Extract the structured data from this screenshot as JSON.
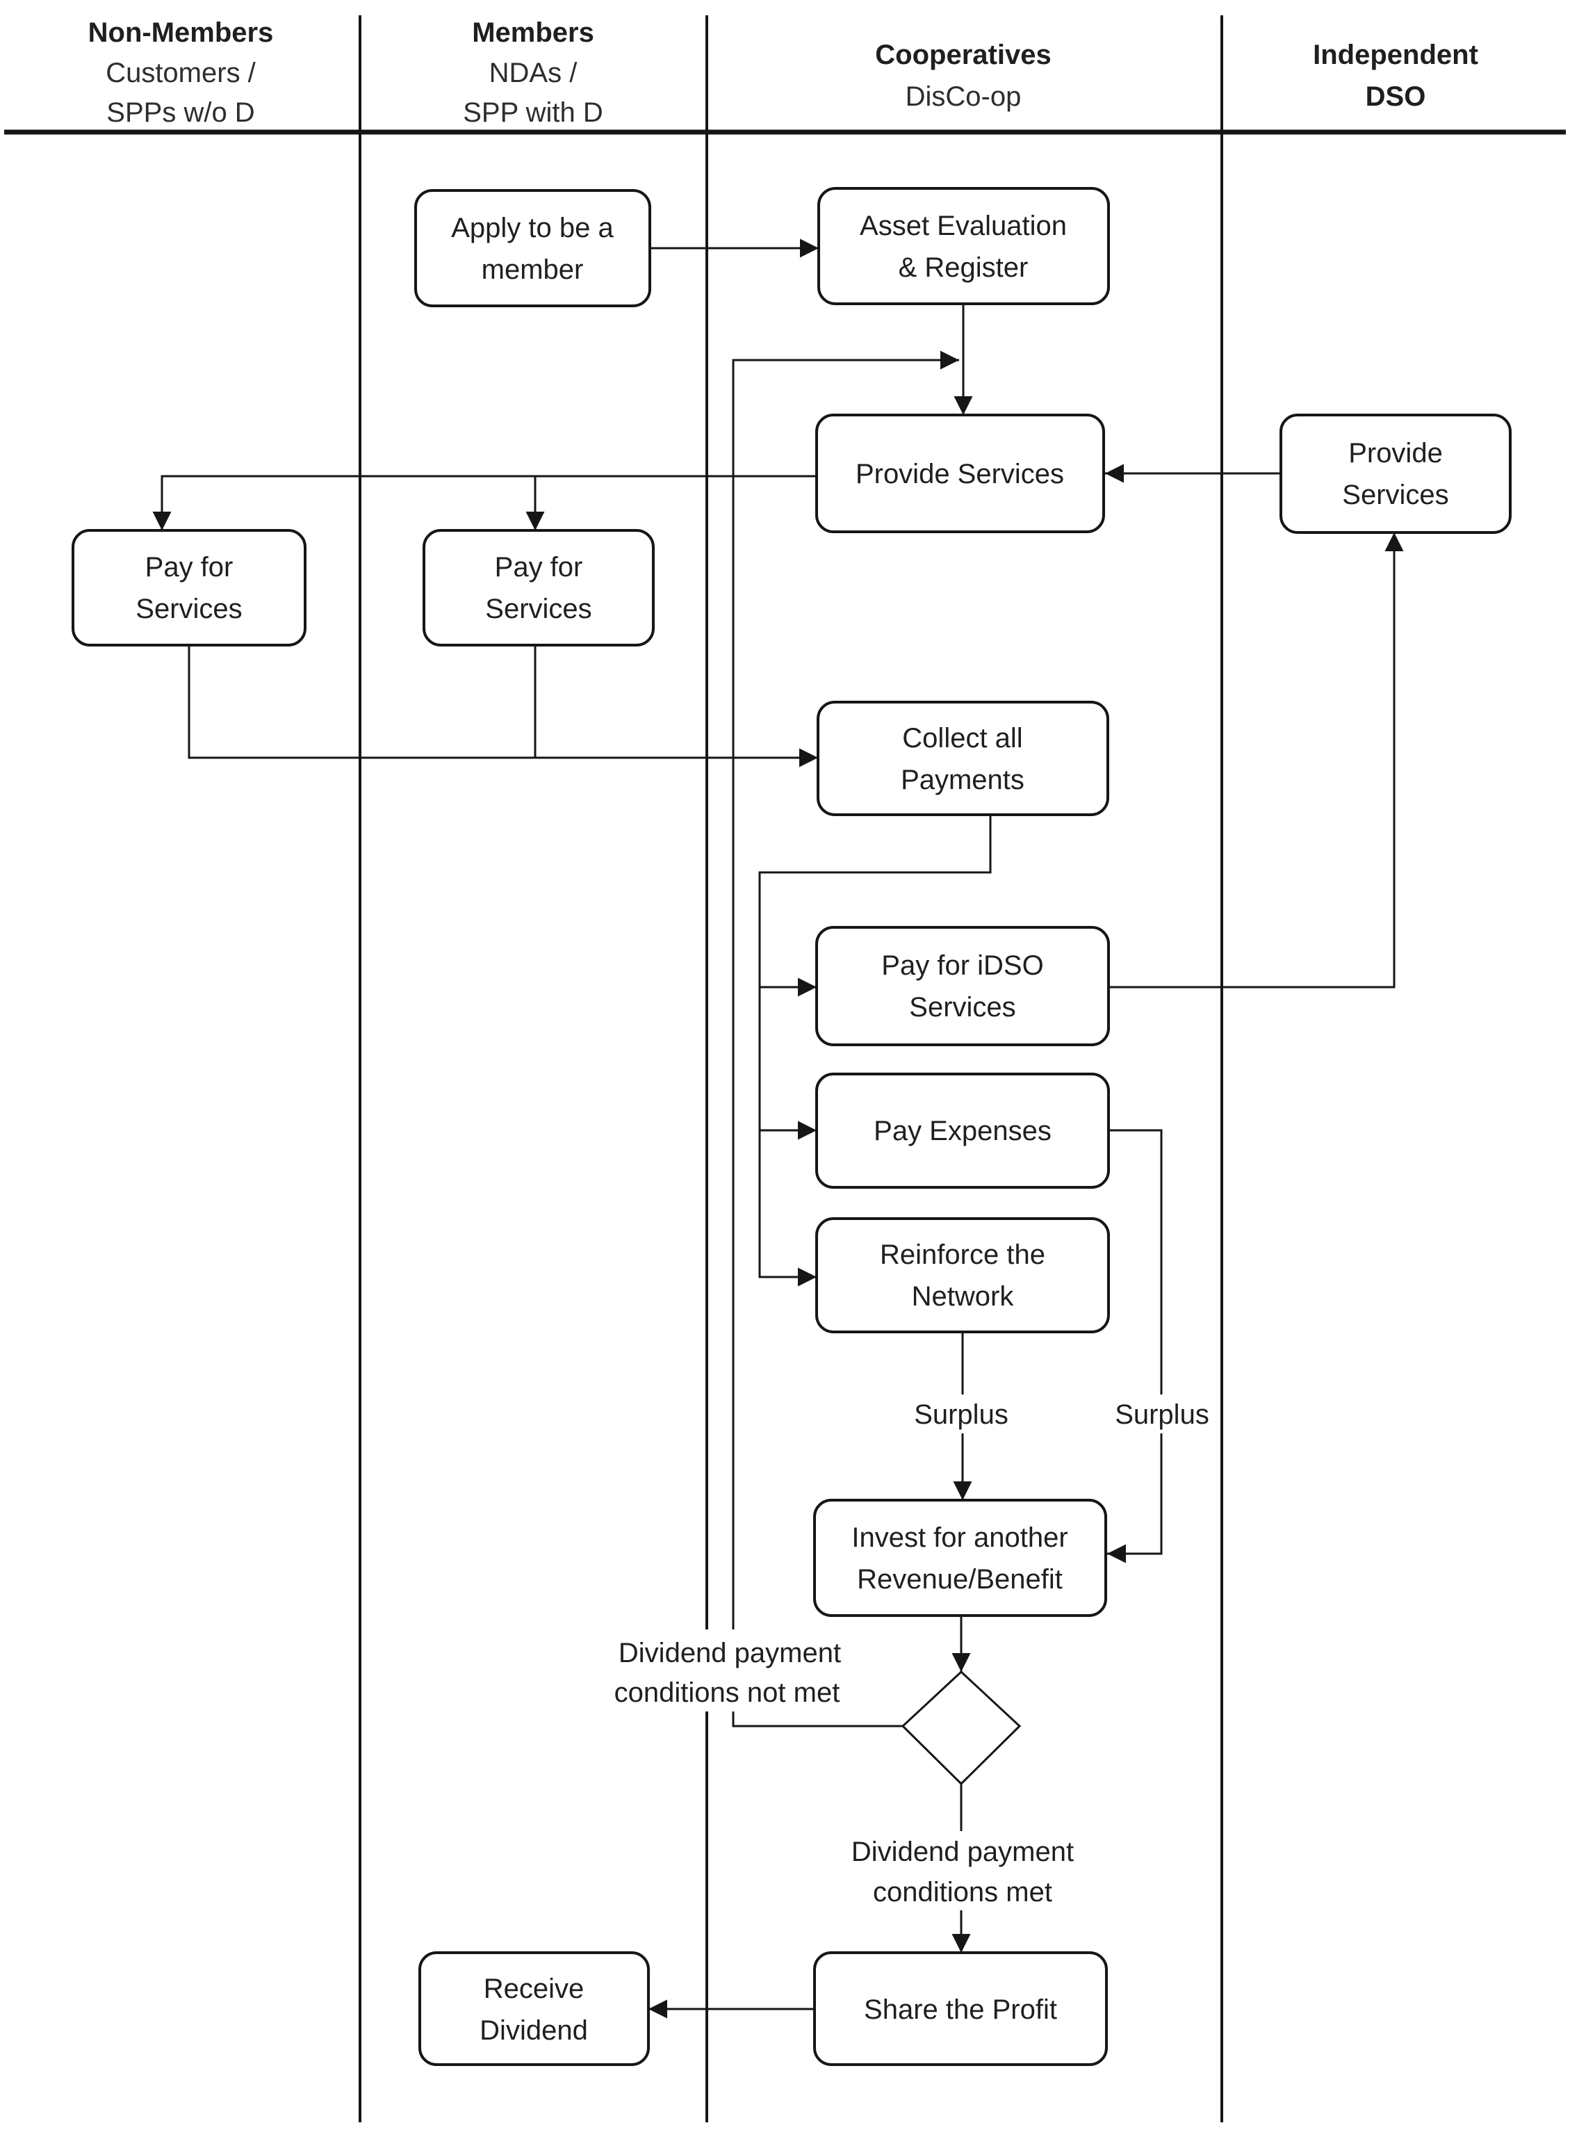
{
  "lanes": [
    {
      "title": "Non-Members",
      "subtitle_lines": [
        "Customers /",
        "SPPs w/o D"
      ]
    },
    {
      "title": "Members",
      "subtitle_lines": [
        "NDAs /",
        "SPP with D"
      ]
    },
    {
      "title": "Cooperatives",
      "subtitle_lines": [
        "DisCo-op"
      ]
    },
    {
      "title": "Independent",
      "subtitle_lines": [
        "DSO"
      ]
    }
  ],
  "nodes": {
    "apply_member": {
      "lines": [
        "Apply to be a",
        "member"
      ]
    },
    "asset_evaluation": {
      "lines": [
        "Asset Evaluation",
        "& Register"
      ]
    },
    "provide_services_coop": {
      "lines": [
        "Provide Services"
      ]
    },
    "provide_services_dso": {
      "lines": [
        "Provide",
        "Services"
      ]
    },
    "pay_for_services_nonmembers": {
      "lines": [
        "Pay for",
        "Services"
      ]
    },
    "pay_for_services_members": {
      "lines": [
        "Pay for",
        "Services"
      ]
    },
    "collect_payments": {
      "lines": [
        "Collect all",
        "Payments"
      ]
    },
    "pay_idso_services": {
      "lines": [
        "Pay for iDSO",
        "Services"
      ]
    },
    "pay_expenses": {
      "lines": [
        "Pay Expenses"
      ]
    },
    "reinforce_network": {
      "lines": [
        "Reinforce the",
        "Network"
      ]
    },
    "invest_revenue": {
      "lines": [
        "Invest for another",
        "Revenue/Benefit"
      ]
    },
    "share_profit": {
      "lines": [
        "Share the Profit"
      ]
    },
    "receive_dividend": {
      "lines": [
        "Receive",
        "Dividend"
      ]
    }
  },
  "edge_labels": {
    "surplus_center": "Surplus",
    "surplus_right": "Surplus",
    "decision_no": [
      "Dividend payment",
      "conditions not met"
    ],
    "decision_yes": [
      "Dividend payment",
      "conditions met"
    ]
  },
  "colors": {
    "line": "#161616",
    "box_fill": "#ffffff",
    "text": "#1f1f1f",
    "background": "#ffffff"
  }
}
